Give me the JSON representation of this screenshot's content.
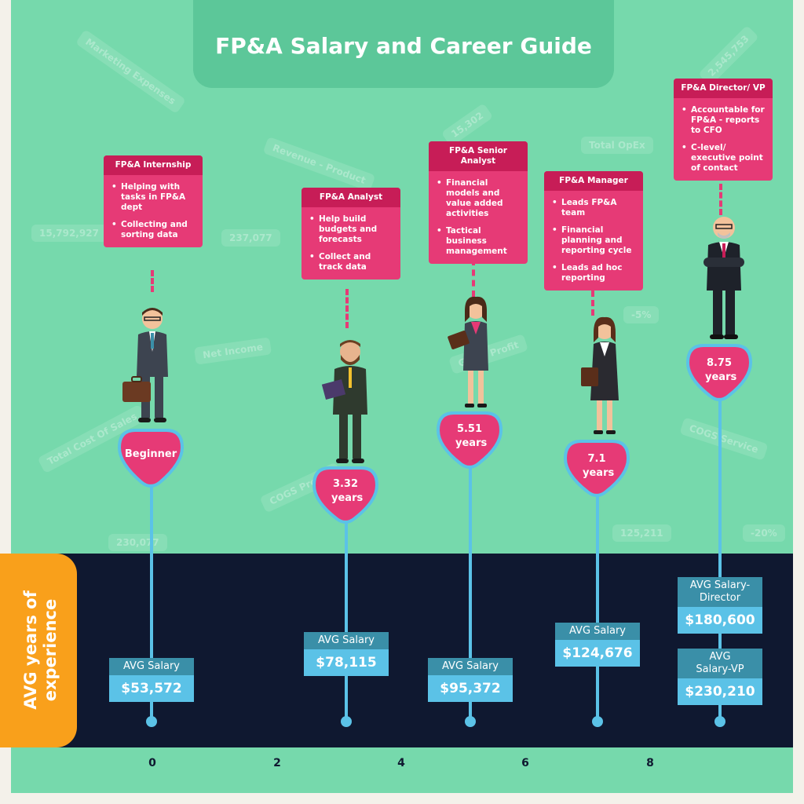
{
  "title": "FP&A Salary and Career Guide",
  "y_axis_label": "AVG years of experience",
  "colors": {
    "background": "#76d9ac",
    "title_box": "#5cc799",
    "card": "#e63a76",
    "card_header": "#c71d57",
    "timeline": "#5bc2e7",
    "salary_label_bg": "#3a8fa8",
    "band": "#0f1830",
    "accent": "#f9a01b"
  },
  "x_ticks": [
    "0",
    "2",
    "4",
    "6",
    "8"
  ],
  "background_words": [
    "Marketing Expenses",
    "2,545,753",
    "Revenue - Product",
    "Total OpEx",
    "15,302",
    "15,792,927",
    "237,077",
    "Net Income",
    "Gross Profit",
    "-5%",
    "Total Cost Of Sales",
    "COGS Service",
    "COGS Prod...",
    "125,211",
    "230,077",
    "-20%"
  ],
  "stages": [
    {
      "title": "FP&A Internship",
      "bullets": [
        "Helping with tasks in FP&A dept",
        "Collecting and sorting data"
      ],
      "badge": "Beginner",
      "salaries": [
        {
          "label": "AVG Salary",
          "value": "$53,572"
        }
      ]
    },
    {
      "title": "FP&A Analyst",
      "bullets": [
        "Help build budgets and forecasts",
        "Collect and track data"
      ],
      "badge": "3.32 years",
      "salaries": [
        {
          "label": "AVG Salary",
          "value": "$78,115"
        }
      ]
    },
    {
      "title": "FP&A Senior Analyst",
      "bullets": [
        "Financial models and value added activities",
        "Tactical business management"
      ],
      "badge": "5.51 years",
      "salaries": [
        {
          "label": "AVG Salary",
          "value": "$95,372"
        }
      ]
    },
    {
      "title": "FP&A Manager",
      "bullets": [
        "Leads FP&A team",
        "Financial planning and reporting cycle",
        "Leads ad hoc reporting"
      ],
      "badge": "7.1 years",
      "salaries": [
        {
          "label": "AVG Salary",
          "value": "$124,676"
        }
      ]
    },
    {
      "title": "FP&A Director/ VP",
      "bullets": [
        "Accountable for FP&A - reports to CFO",
        "C-level/ executive point of contact"
      ],
      "badge": "8.75 years",
      "salaries": [
        {
          "label": "AVG Salary-Director",
          "value": "$180,600"
        },
        {
          "label": "AVG Salary-VP",
          "value": "$230,210"
        }
      ]
    }
  ]
}
